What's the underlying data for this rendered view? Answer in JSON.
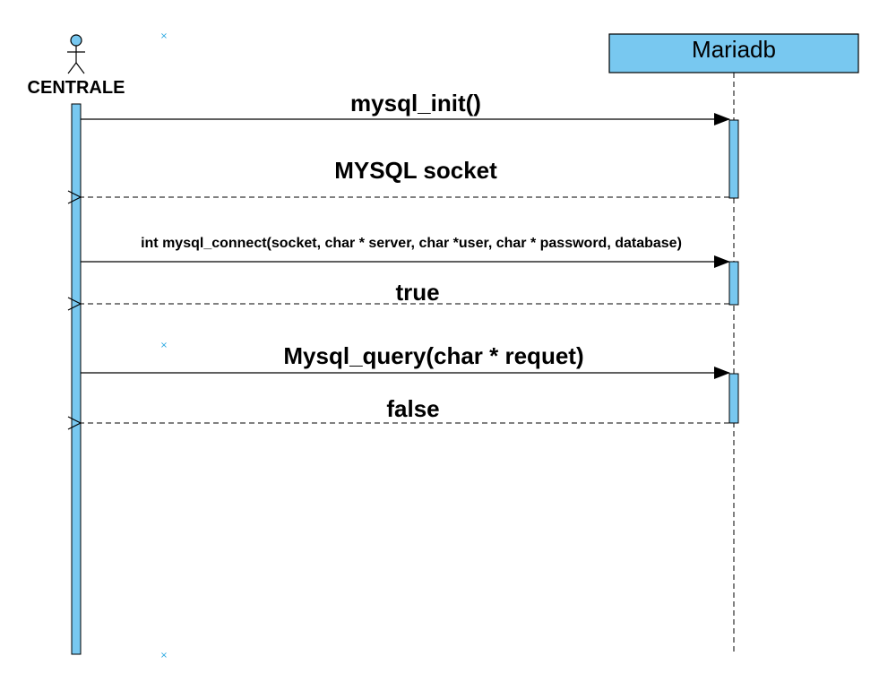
{
  "participants": {
    "actor": {
      "label": "CENTRALE"
    },
    "database": {
      "label": "Mariadb"
    }
  },
  "messages": [
    {
      "label": "mysql_init()",
      "kind": "call"
    },
    {
      "label": "MYSQL socket",
      "kind": "return"
    },
    {
      "label": "int mysql_connect(socket, char * server, char *user, char * password, database)",
      "kind": "call"
    },
    {
      "label": "true",
      "kind": "return"
    },
    {
      "label": "Mysql_query(char * requet)",
      "kind": "call"
    },
    {
      "label": "false",
      "kind": "return"
    }
  ],
  "colors": {
    "activation_fill": "#78c8f0",
    "participant_box_fill": "#78c8f0",
    "stroke": "#000000",
    "marker": "#2aa8e0"
  }
}
